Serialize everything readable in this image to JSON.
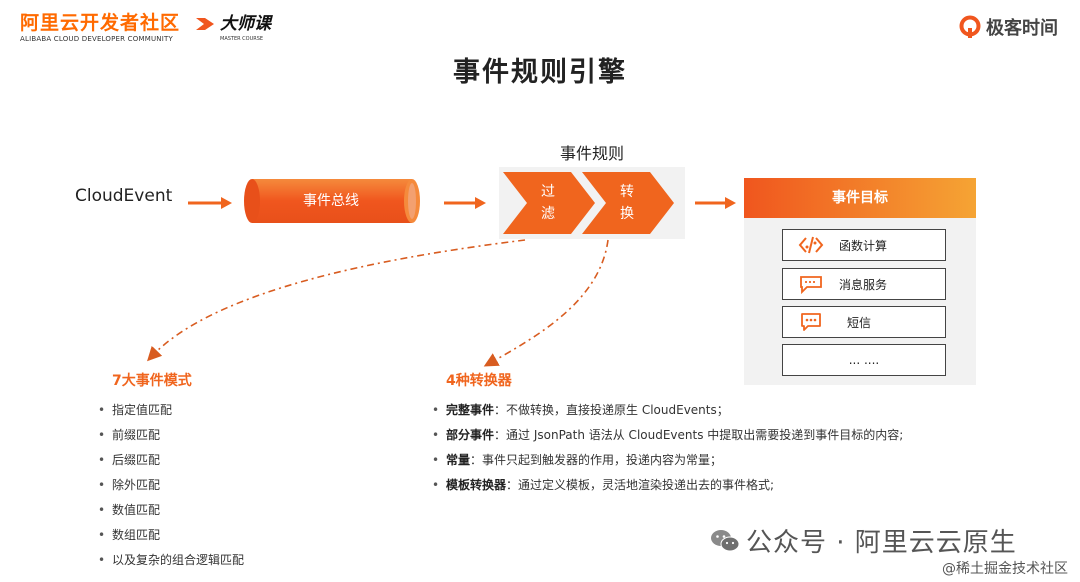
{
  "header": {
    "alibaba_cn": "阿里云开发者社区",
    "alibaba_en": "ALIBABA CLOUD DEVELOPER COMMUNITY",
    "master_course": "大师课",
    "master_course_sub": "MASTER COURSE",
    "geek_time": "极客时间"
  },
  "title": "事件规则引擎",
  "flow": {
    "source": "CloudEvent",
    "bus": "事件总线",
    "rule_label": "事件规则",
    "filter": [
      "过",
      "滤"
    ],
    "transform": [
      "转",
      "换"
    ],
    "target_header": "事件目标",
    "targets": [
      "函数计算",
      "消息服务",
      "短信",
      "... ...."
    ]
  },
  "patterns": {
    "title": "7大事件模式",
    "items": [
      "指定值匹配",
      "前缀匹配",
      "后缀匹配",
      "除外匹配",
      "数值匹配",
      "数组匹配",
      "以及复杂的组合逻辑匹配"
    ]
  },
  "transformers": {
    "title": "4种转换器",
    "items": [
      {
        "name": "完整事件",
        "desc": "：不做转换，直接投递原生 CloudEvents；"
      },
      {
        "name": "部分事件",
        "desc": "：通过 JsonPath 语法从 CloudEvents 中提取出需要投递到事件目标的内容;"
      },
      {
        "name": "常量",
        "desc": "：事件只起到触发器的作用，投递内容为常量；"
      },
      {
        "name": "模板转换器",
        "desc": "：通过定义模板，灵活地渲染投递出去的事件格式;"
      }
    ]
  },
  "watermark": "公众号 · 阿里云云原生",
  "footer_credit": "@稀土掘金技术社区",
  "colors": {
    "accent": "#f0651e",
    "accent_light": "#f5a434",
    "panel": "#f2f2f2"
  }
}
